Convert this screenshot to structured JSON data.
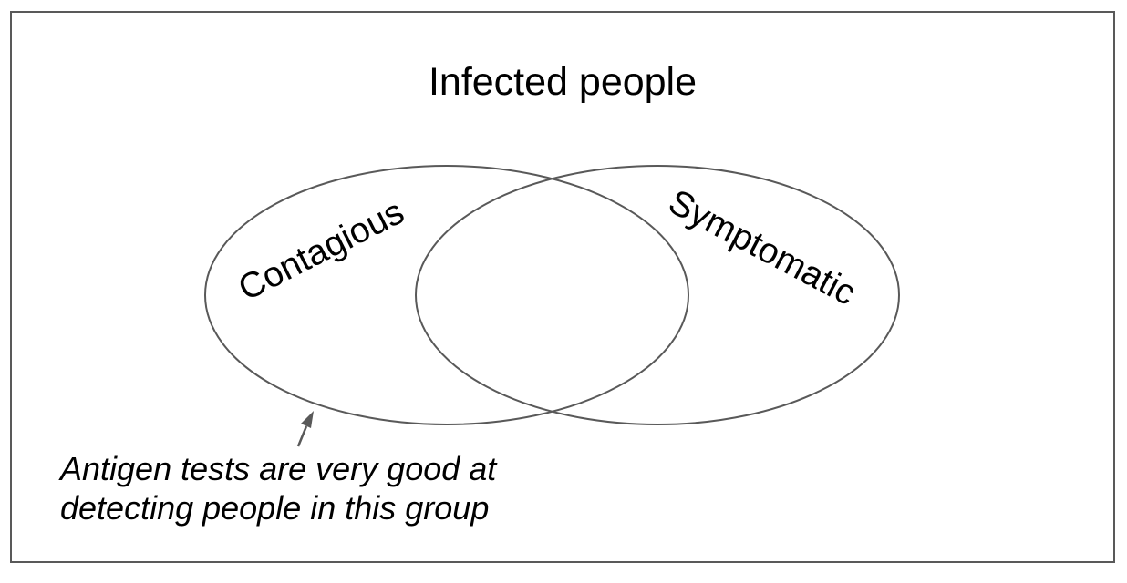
{
  "title": "Infected people",
  "sets": {
    "left": {
      "label": "Contagious"
    },
    "right": {
      "label": "Symptomatic"
    }
  },
  "annotation": {
    "line1": "Antigen tests are very good at",
    "line2": "detecting people in this group"
  }
}
